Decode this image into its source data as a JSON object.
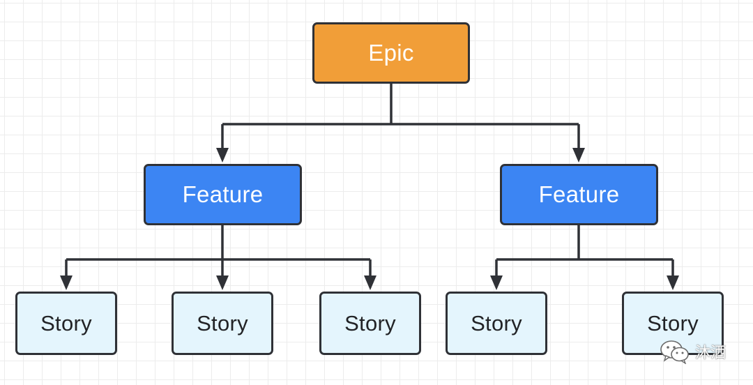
{
  "diagram": {
    "root": {
      "label": "Epic",
      "color": "#f19e38"
    },
    "features": [
      {
        "label": "Feature",
        "color": "#3c85f3"
      },
      {
        "label": "Feature",
        "color": "#3c85f3"
      }
    ],
    "stories": [
      {
        "label": "Story",
        "parent_feature": 0
      },
      {
        "label": "Story",
        "parent_feature": 0
      },
      {
        "label": "Story",
        "parent_feature": 0
      },
      {
        "label": "Story",
        "parent_feature": 1
      },
      {
        "label": "Story",
        "parent_feature": 1
      }
    ],
    "story_color": "#e4f5fd",
    "edge_color": "#2f3136"
  },
  "watermark": {
    "icon": "wechat-icon",
    "text": "沐洒"
  }
}
